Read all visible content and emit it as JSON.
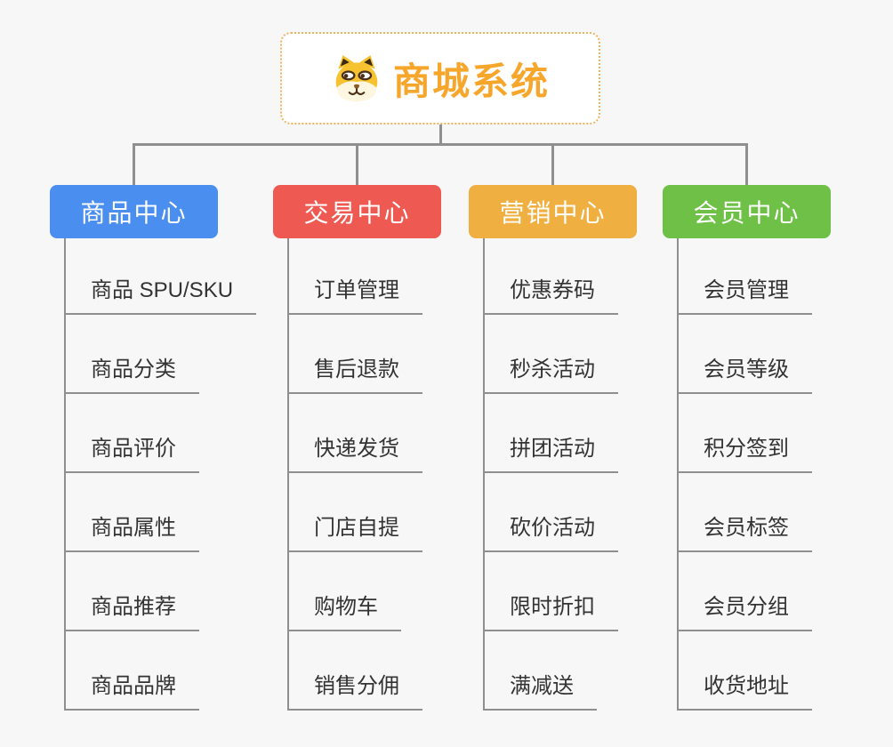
{
  "page": {
    "background_color": "#f7f7f7",
    "connector_color": "#8f8f8f",
    "text_color": "#333333"
  },
  "root": {
    "title": "商城系统",
    "icon": "dog-icon",
    "accent_color": "#f7a62c",
    "border_color": "#f3b15c"
  },
  "branches": [
    {
      "label": "商品中心",
      "color": "#4a8ef0",
      "children": [
        "商品 SPU/SKU",
        "商品分类",
        "商品评价",
        "商品属性",
        "商品推荐",
        "商品品牌"
      ]
    },
    {
      "label": "交易中心",
      "color": "#ee5a52",
      "children": [
        "订单管理",
        "售后退款",
        "快递发货",
        "门店自提",
        "购物车",
        "销售分佣"
      ]
    },
    {
      "label": "营销中心",
      "color": "#efb041",
      "children": [
        "优惠券码",
        "秒杀活动",
        "拼团活动",
        "砍价活动",
        "限时折扣",
        "满减送"
      ]
    },
    {
      "label": "会员中心",
      "color": "#6ec046",
      "children": [
        "会员管理",
        "会员等级",
        "积分签到",
        "会员标签",
        "会员分组",
        "收货地址"
      ]
    }
  ]
}
